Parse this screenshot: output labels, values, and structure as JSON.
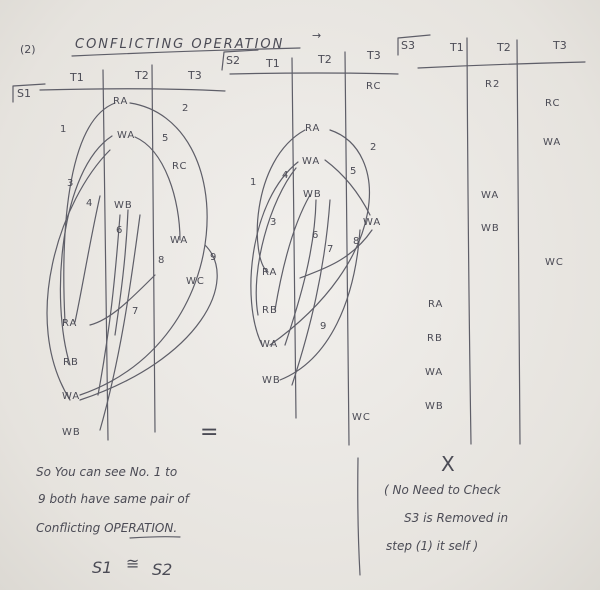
{
  "heading": {
    "number": "(2)",
    "title": "CONFLICTING OPERATION",
    "arrow": "→"
  },
  "schedules": [
    {
      "label": "S1",
      "columns": [
        "T1",
        "T2",
        "T3"
      ],
      "operations": [
        "RA",
        "WA",
        "RC",
        "WB",
        "WA",
        "WC",
        "RA",
        "RB",
        "WA",
        "WB"
      ],
      "pair_numbers": [
        "1",
        "2",
        "3",
        "4",
        "5",
        "6",
        "7",
        "8",
        "9"
      ]
    },
    {
      "label": "S2",
      "columns": [
        "T1",
        "T2",
        "T3"
      ],
      "operations": [
        "RC",
        "RA",
        "WA",
        "WB",
        "WA",
        "RA",
        "RB",
        "WA",
        "WB",
        "WC"
      ],
      "pair_numbers": [
        "1",
        "2",
        "3",
        "4",
        "5",
        "6",
        "7",
        "8",
        "9"
      ]
    },
    {
      "label": "S3",
      "columns": [
        "T1",
        "T2",
        "T3"
      ],
      "operations": [
        "R2",
        "RC",
        "WA",
        "WA",
        "WB",
        "WC",
        "RA",
        "RB",
        "WA",
        "WB"
      ]
    }
  ],
  "equals_sign": "=",
  "conclusion": [
    "So You can see No. 1 to",
    "9 both have same pair of",
    "Conflicting OPERATION."
  ],
  "equivalence": {
    "left": "S1",
    "symbol": "≅",
    "right": "S2"
  },
  "s3_note": {
    "cross": "X",
    "lines": [
      "( No Need to Check",
      "S3 is Removed in",
      "step (1) it self )"
    ]
  }
}
